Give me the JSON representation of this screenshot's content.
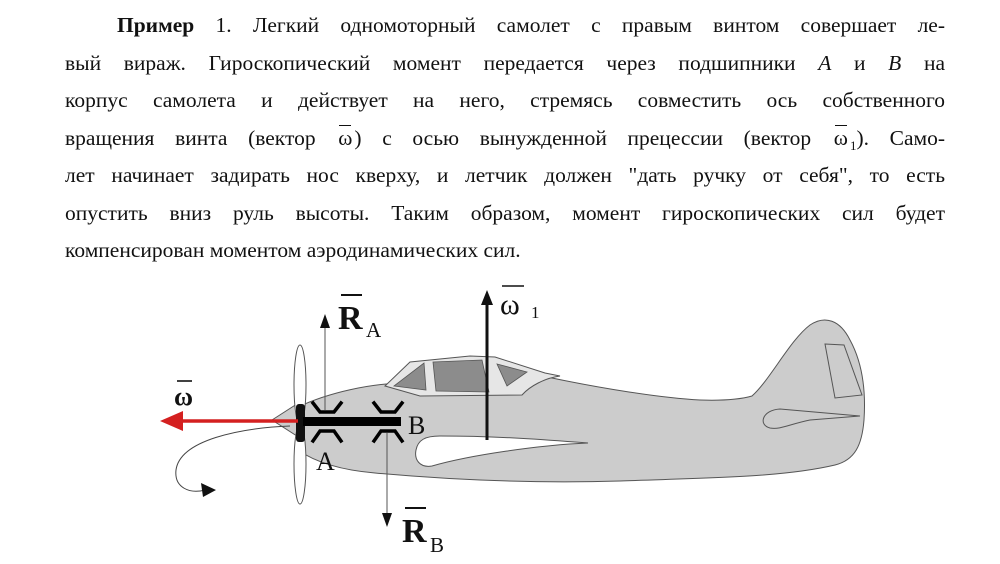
{
  "paragraph": {
    "label_bold": "Пример",
    "label_number": "1.",
    "lines": [
      " Легкий одномоторный самолет с правым винтом совершает ле-",
      "вый вираж. Гироскопический момент передается через подшипники ",
      "корпус самолета и действует на него, стремясь совместить ось собственного",
      "вращения винта (вектор ",
      "лет начинает задирать нос кверху, и летчик должен \"дать ручку от себя\", то есть",
      "опустить вниз руль высоты. Таким образом, момент гироскопических сил будет",
      "компенсирован моментом аэродинамических сил."
    ],
    "line2_var_a": "A",
    "line2_conj": " и ",
    "line2_var_b": "B",
    "line2_tail": " на",
    "line4_omega": "ω",
    "line4_mid": ") с осью вынужденной прецессии (вектор ",
    "line4_omega1": "ω",
    "line4_omega1_sub": "1",
    "line4_tail": "). Само-"
  },
  "figure": {
    "labels": {
      "omega": "ω",
      "omega1": "ω",
      "omega1_sub": "1",
      "RA": "R",
      "RA_sub": "A",
      "RB": "R",
      "RB_sub": "B",
      "bearing_A": "A",
      "bearing_B": "B"
    },
    "colors": {
      "fuselage": "#cccccc",
      "outline": "#555555",
      "canopy_frame": "#e6e6e6",
      "canopy_glass": "#8c8c8c",
      "omega_arrow": "#d42020",
      "shaft": "#000000"
    }
  }
}
